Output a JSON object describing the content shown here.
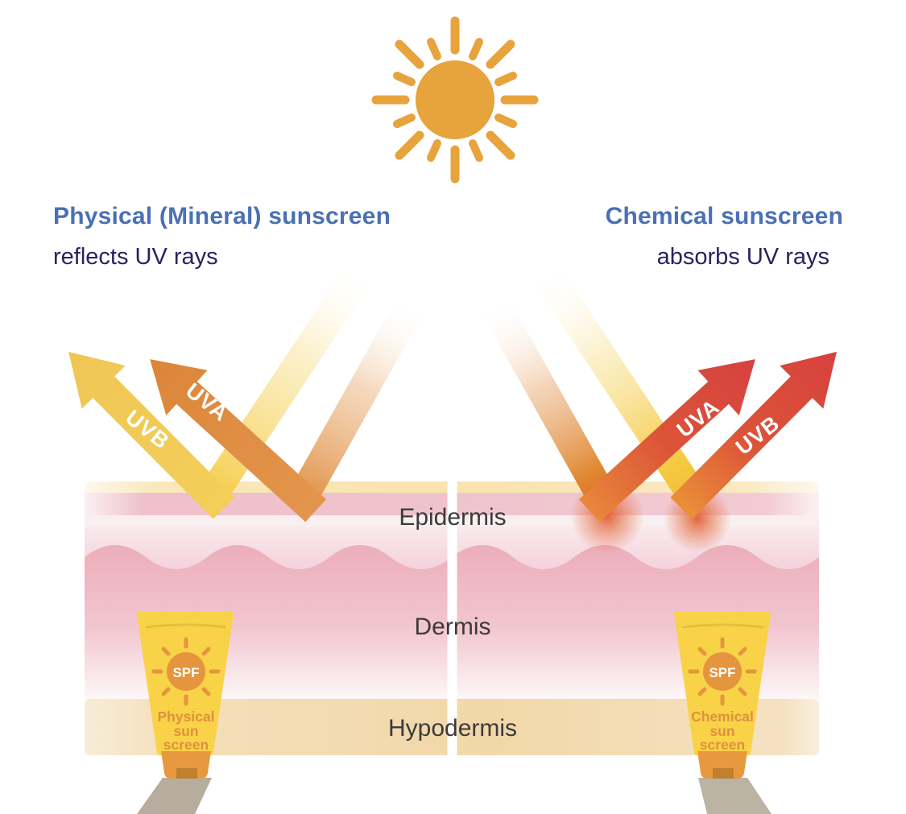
{
  "header": {
    "left": {
      "title": "Physical (Mineral) sunscreen",
      "subtitle": "reflects UV rays"
    },
    "right": {
      "title": "Chemical sunscreen",
      "subtitle": "absorbs UV rays"
    }
  },
  "rays": {
    "left": {
      "uvb": "UVB",
      "uva": "UVA"
    },
    "right": {
      "uva": "UVA",
      "uvb": "UVB"
    }
  },
  "skin": {
    "layers": {
      "epidermis": "Epidermis",
      "dermis": "Dermis",
      "hypodermis": "Hypodermis"
    }
  },
  "tubes": {
    "left": {
      "badge": "SPF",
      "label_line1": "Physical",
      "label_line2": "sun",
      "label_line3": "screen"
    },
    "right": {
      "badge": "SPF",
      "label_line1": "Chemical",
      "label_line2": "sun",
      "label_line3": "screen"
    }
  },
  "colors": {
    "sun": "#e7a33c",
    "title_blue": "#4a70b5",
    "subtitle_navy": "#272361",
    "uvb_yellow": "#f0c84e",
    "uva_orange": "#de8d44",
    "absorbed_red": "#d64140",
    "tube_yellow": "#f8d348",
    "cap_orange": "#e9993d",
    "skin_pink": "#efc0cb",
    "dermis_pink": "#ecaebb",
    "hypodermis_tan": "#f2d7a8"
  }
}
